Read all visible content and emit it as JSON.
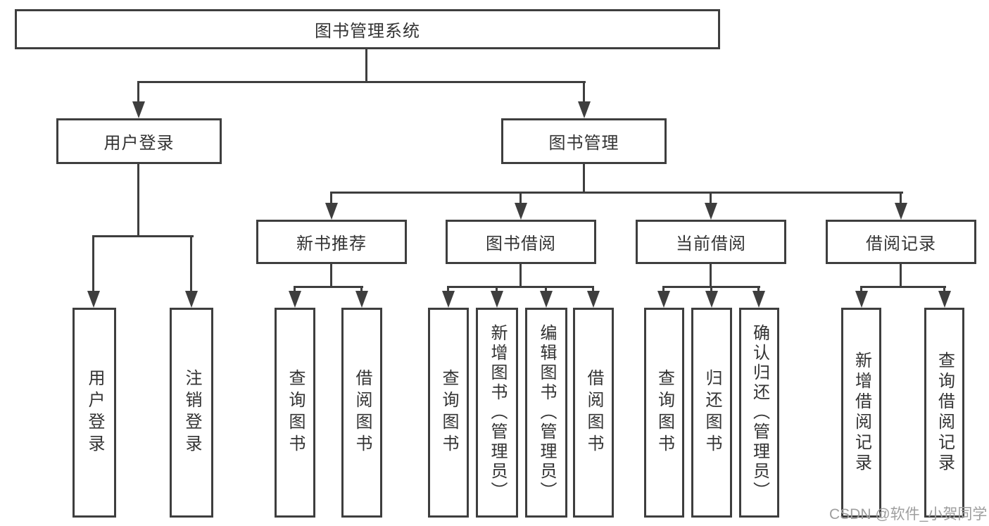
{
  "diagram": {
    "root": {
      "label": "图书管理系统"
    },
    "user_login": {
      "label": "用户登录",
      "children": [
        {
          "label": "用户登录"
        },
        {
          "label": "注销登录"
        }
      ]
    },
    "book_mgmt": {
      "label": "图书管理",
      "children": [
        {
          "label": "新书推荐",
          "children": [
            {
              "label": "查询图书"
            },
            {
              "label": "借阅图书"
            }
          ]
        },
        {
          "label": "图书借阅",
          "children": [
            {
              "label": "查询图书"
            },
            {
              "label": "新增图书（管理员）"
            },
            {
              "label": "编辑图书（管理员）"
            },
            {
              "label": "借阅图书"
            }
          ]
        },
        {
          "label": "当前借阅",
          "children": [
            {
              "label": "查询图书"
            },
            {
              "label": "归还图书"
            },
            {
              "label": "确认归还（管理员）"
            }
          ]
        },
        {
          "label": "借阅记录",
          "children": [
            {
              "label": "新增借阅记录"
            },
            {
              "label": "查询借阅记录"
            }
          ]
        }
      ]
    }
  },
  "watermark": {
    "text": "CSDN @软件_小贺同学"
  },
  "colors": {
    "line": "#3e3e3e",
    "text": "#333333",
    "background": "#ffffff",
    "watermark": "#9e9e9e"
  }
}
